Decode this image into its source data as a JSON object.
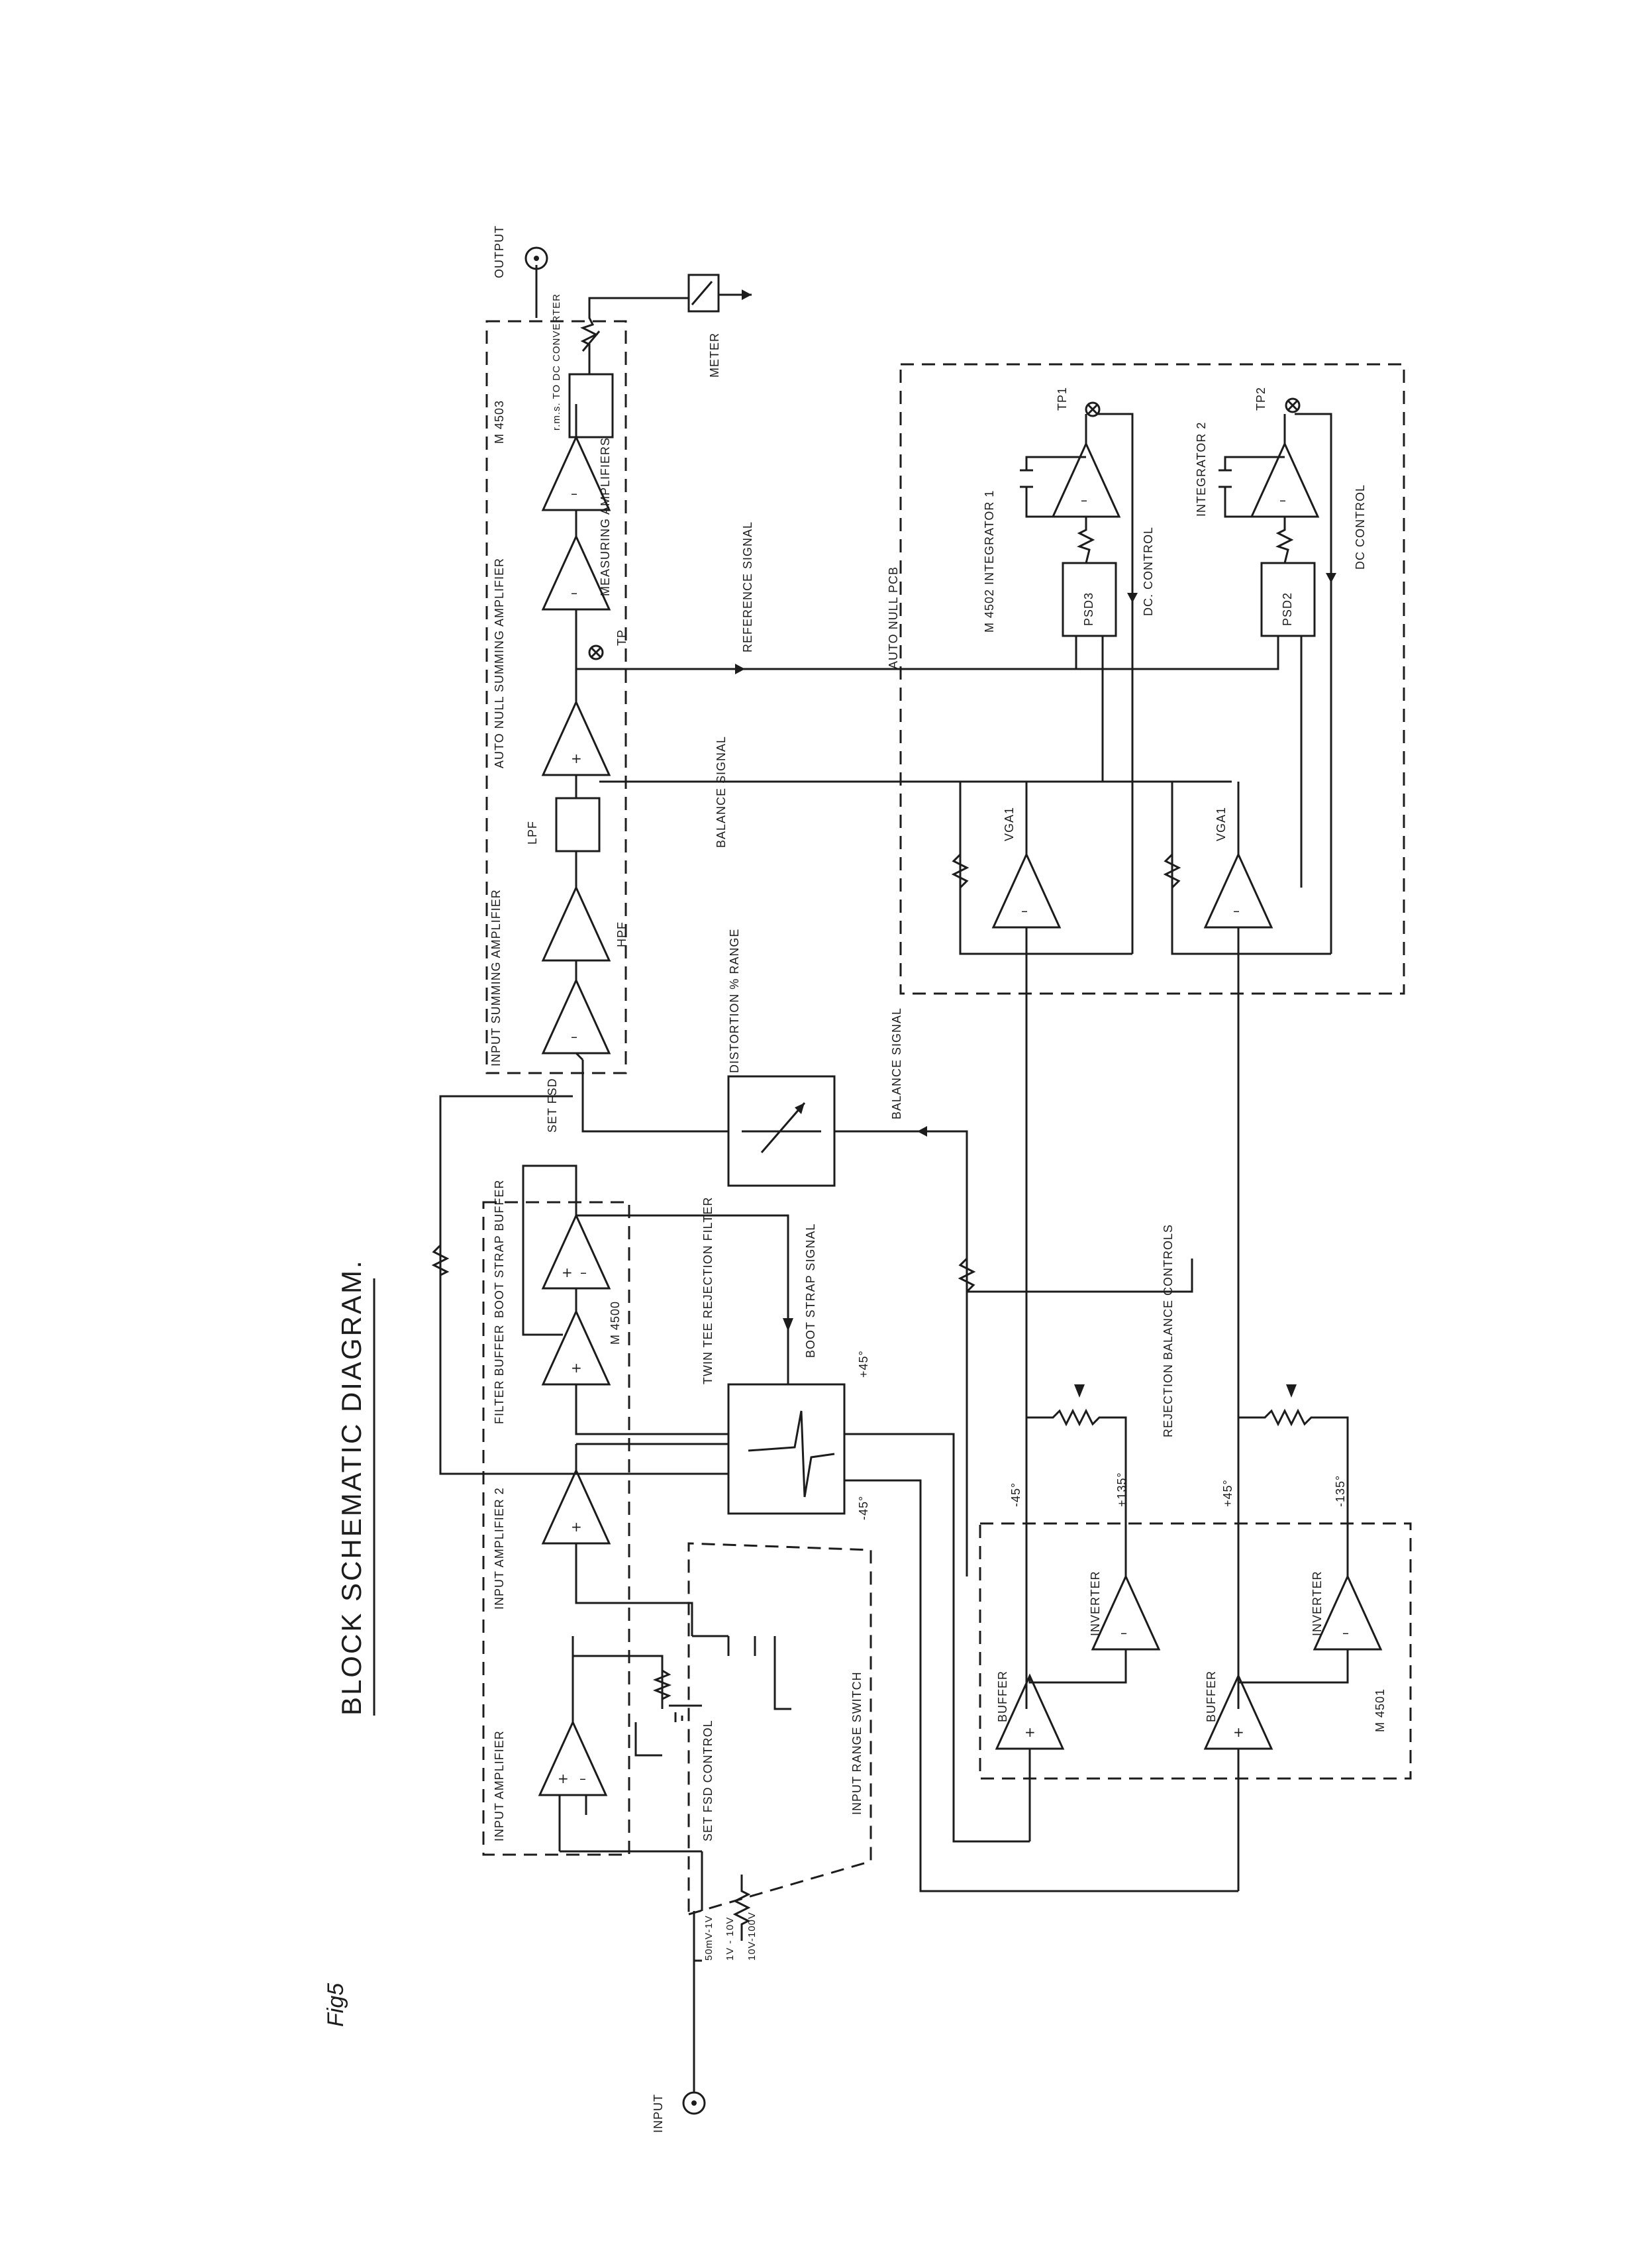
{
  "title": "BLOCK SCHEMATIC DIAGRAM.",
  "fig_label": "Fig5",
  "labels": {
    "input": "INPUT",
    "output": "OUTPUT",
    "meter": "METER",
    "input_amplifier": "INPUT AMPLIFIER",
    "input_amplifier_2": "INPUT AMPLIFIER 2",
    "set_fsd_control": "SET FSD CONTROL",
    "input_range_switch": "INPUT RANGE SWITCH",
    "range_1": "50mV-1V",
    "range_2": "1V - 10V",
    "range_3": "10V-100V",
    "filter_buffer": "FILTER BUFFER",
    "boot_strap_buffer": "BOOT STRAP BUFFER",
    "m4500": "M 4500",
    "twin_tee": "TWIN TEE REJECTION FILTER",
    "boot_strap_signal": "BOOT STRAP SIGNAL",
    "plus45_top": "+45°",
    "minus45_top": "-45°",
    "set_fsd": "SET FSD",
    "distortion_range": "DISTORTION % RANGE",
    "balance_signal_left": "BALANCE SIGNAL",
    "input_summing": "INPUT SUMMING AMPLIFIER",
    "hpf": "HPF",
    "lpf": "LPF",
    "auto_null_summing": "AUTO NULL SUMMING AMPLIFIER",
    "tp": "TP",
    "measuring_amplifiers": "MEASURING AMPLIFIERS",
    "m4503": "M 4503",
    "rms_dc": "r.m.s. TO DC CONVERTER",
    "reference_signal": "REFERENCE SIGNAL",
    "balance_signal_right": "BALANCE SIGNAL",
    "auto_null_pcb": "AUTO NULL PCB",
    "m4502": "M 4502 INTEGRATOR 1",
    "integrator_2": "INTEGRATOR 2",
    "tp1": "TP1",
    "tp2": "TP2",
    "psd3": "PSD3",
    "psd2": "PSD2",
    "dc_control_1": "DC. CONTROL",
    "dc_control_2": "DC CONTROL",
    "vga1_a": "VGA1",
    "vga1_b": "VGA1",
    "rejection_balance": "REJECTION BALANCE CONTROLS",
    "buffer_1": "BUFFER",
    "buffer_2": "BUFFER",
    "inverter_1": "INVERTER",
    "inverter_2": "INVERTER",
    "m4501": "M 4501",
    "minus45_low": "-45°",
    "plus135": "+135°",
    "plus45_low": "+45°",
    "minus135": "-135°"
  }
}
